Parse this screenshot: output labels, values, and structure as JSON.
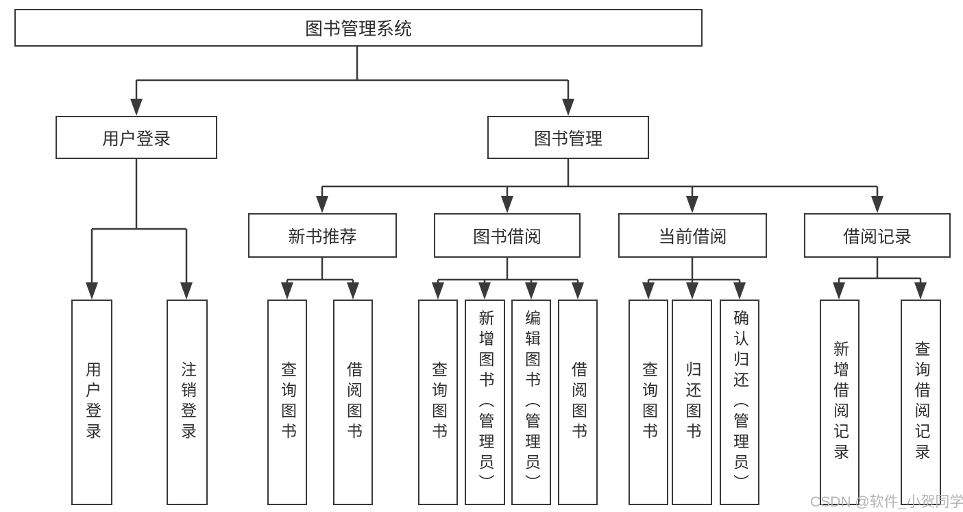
{
  "tree": {
    "root": "图书管理系统",
    "children": [
      {
        "label": "用户登录",
        "children": [
          "用户登录",
          "注销登录"
        ]
      },
      {
        "label": "图书管理",
        "children": [
          {
            "label": "新书推荐",
            "children": [
              "查询图书",
              "借阅图书"
            ]
          },
          {
            "label": "图书借阅",
            "children": [
              "查询图书",
              "新增图书（管理员）",
              "编辑图书（管理员）",
              "借阅图书"
            ]
          },
          {
            "label": "当前借阅",
            "children": [
              "查询图书",
              "归还图书",
              "确认归还（管理员）"
            ]
          },
          {
            "label": "借阅记录",
            "children": [
              "新增借阅记录",
              "查询借阅记录"
            ]
          }
        ]
      }
    ]
  },
  "watermark": {
    "text": "CSDN @软件_小贺同学"
  },
  "colors": {
    "line": "#3a3a3a",
    "box_border": "#383838",
    "text": "#2d2d2d",
    "background": "#ffffff",
    "watermark": "#b5b5b5"
  }
}
